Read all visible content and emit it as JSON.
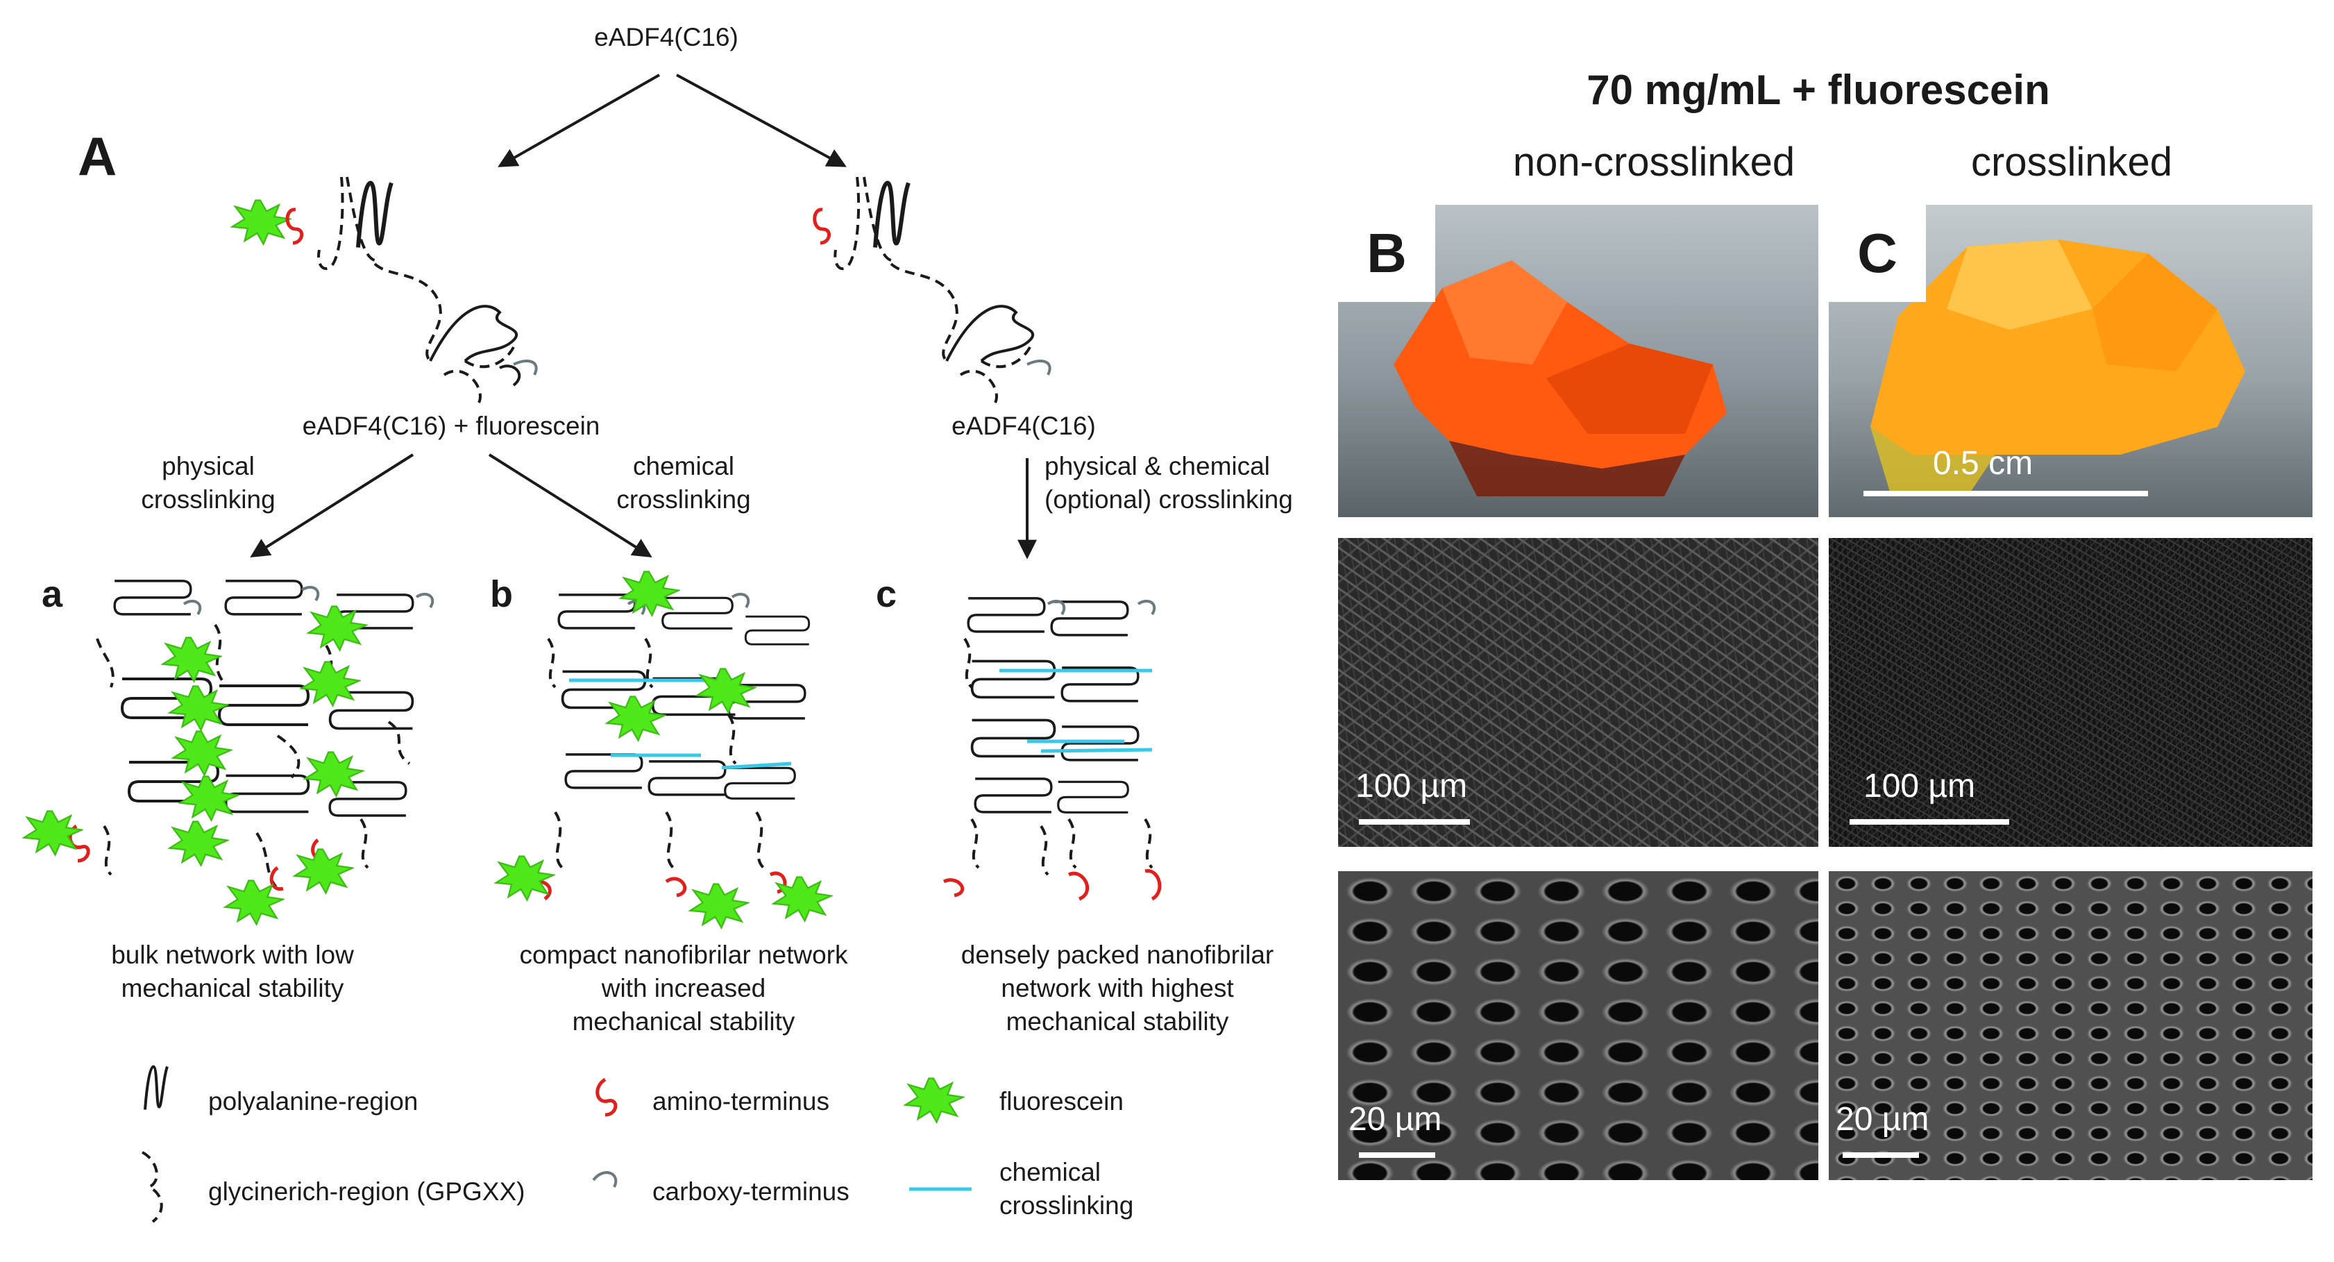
{
  "panel_a": {
    "letter": "A",
    "top_node": "eADF4(C16)",
    "left_node": "eADF4(C16) + fluorescein",
    "right_node": "eADF4(C16)",
    "arrow_physical": "physical\ncrosslinking",
    "arrow_chemical": "chemical\ncrosslinking",
    "arrow_both": "physical & chemical\n(optional) crosslinking",
    "networks": [
      {
        "letter": "a",
        "caption": "bulk network with low\nmechanical stability"
      },
      {
        "letter": "b",
        "caption": "compact nanofibrilar network\nwith increased\nmechanical stability"
      },
      {
        "letter": "c",
        "caption": "densely packed nanofibrilar\nnetwork with highest\nmechanical stability"
      }
    ],
    "legend": {
      "polyalanine": "polyalanine-region",
      "glycinerich": "glycinerich-region (GPGXX)",
      "amino": "amino-terminus",
      "carboxy": "carboxy-terminus",
      "fluorescein": "fluorescein",
      "crosslinking": "chemical\ncrosslinking"
    }
  },
  "panels_bc": {
    "title": "70 mg/mL + fluorescein",
    "col_left": "non-crosslinked",
    "col_right": "crosslinked",
    "letter_b": "B",
    "letter_c": "C",
    "photo_scale": "0.5 cm",
    "sem_mid_scale_left": "100 µm",
    "sem_mid_scale_right": "100 µm",
    "sem_bottom_scale_left": "20 µm",
    "sem_bottom_scale_right": "20 µm"
  },
  "colors": {
    "amino_terminus": "#e0201c",
    "fluorescein": "#4fe81a",
    "crosslink": "#38c9e8",
    "carboxy_terminus": "#6b7a80",
    "gel_noncrosslinked": "#ff5a10",
    "gel_crosslinked": "#ffa81c"
  }
}
